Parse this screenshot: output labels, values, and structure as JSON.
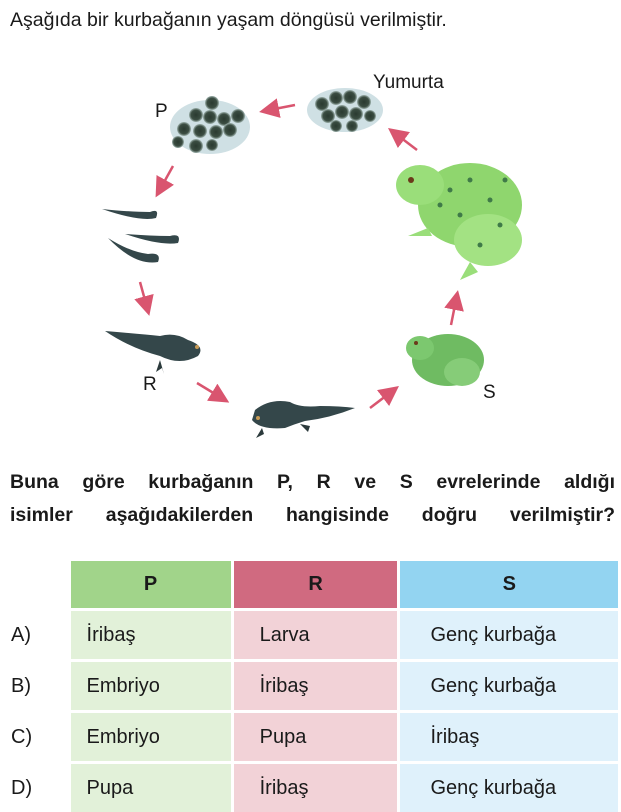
{
  "intro": "Aşağıda bir kurbağanın yaşam döngüsü verilmiştir.",
  "diagram": {
    "labels": {
      "egg": "Yumurta",
      "p": "P",
      "r": "R",
      "s": "S"
    },
    "arrow_color": "#d9556f"
  },
  "question": {
    "line1": "Buna göre kurbağanın P, R ve S evrelerinde aldığı",
    "line2": "isimler aşağıdakilerden hangisinde doğru verilmiştir?"
  },
  "table": {
    "headers": [
      "P",
      "R",
      "S"
    ],
    "rows": [
      {
        "option": "A)",
        "p": "İribaş",
        "r": "Larva",
        "s": "Genç kurbağa"
      },
      {
        "option": "B)",
        "p": "Embriyo",
        "r": "İribaş",
        "s": "Genç kurbağa"
      },
      {
        "option": "C)",
        "p": "Embriyo",
        "r": "Pupa",
        "s": "İribaş"
      },
      {
        "option": "D)",
        "p": "Pupa",
        "r": "İribaş",
        "s": "Genç kurbağa"
      }
    ]
  }
}
